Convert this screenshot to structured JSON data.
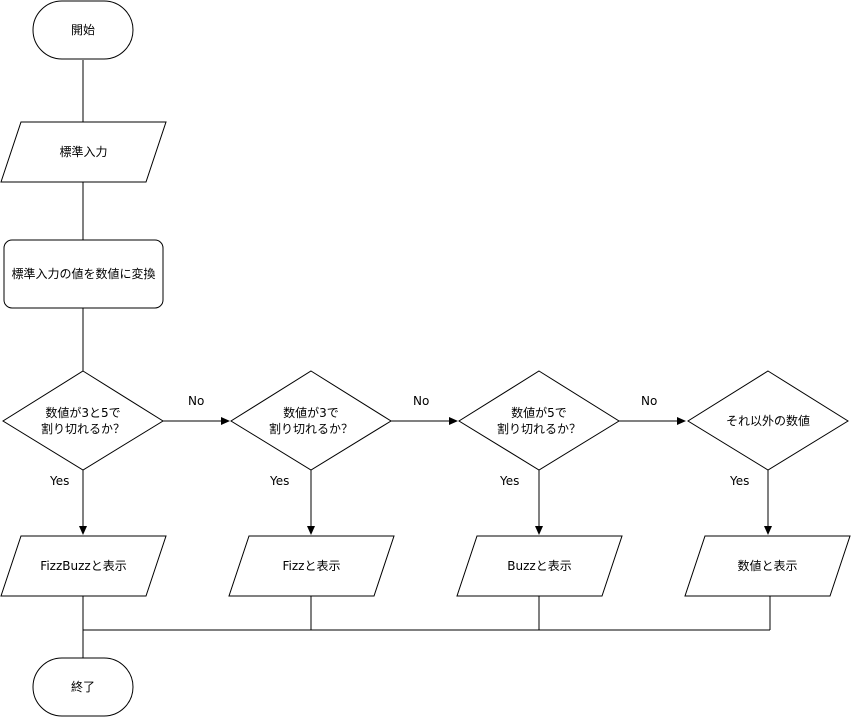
{
  "nodes": {
    "start": "開始",
    "input": "標準入力",
    "convert": "標準入力の値を数値に変換",
    "cond_fizzbuzz": "数値が3と5で\n割り切れるか？",
    "cond_fizz": "数値が3で\n割り切れるか？",
    "cond_buzz": "数値が5で\n割り切れるか？",
    "cond_other": "それ以外の数値",
    "out_fizzbuzz": "FizzBuzzと表示",
    "out_fizz": "Fizzと表示",
    "out_buzz": "Buzzと表示",
    "out_number": "数値と表示",
    "end": "終了"
  },
  "edges": {
    "no_1": "No",
    "no_2": "No",
    "no_3": "No",
    "yes_1": "Yes",
    "yes_2": "Yes",
    "yes_3": "Yes",
    "yes_4": "Yes"
  }
}
